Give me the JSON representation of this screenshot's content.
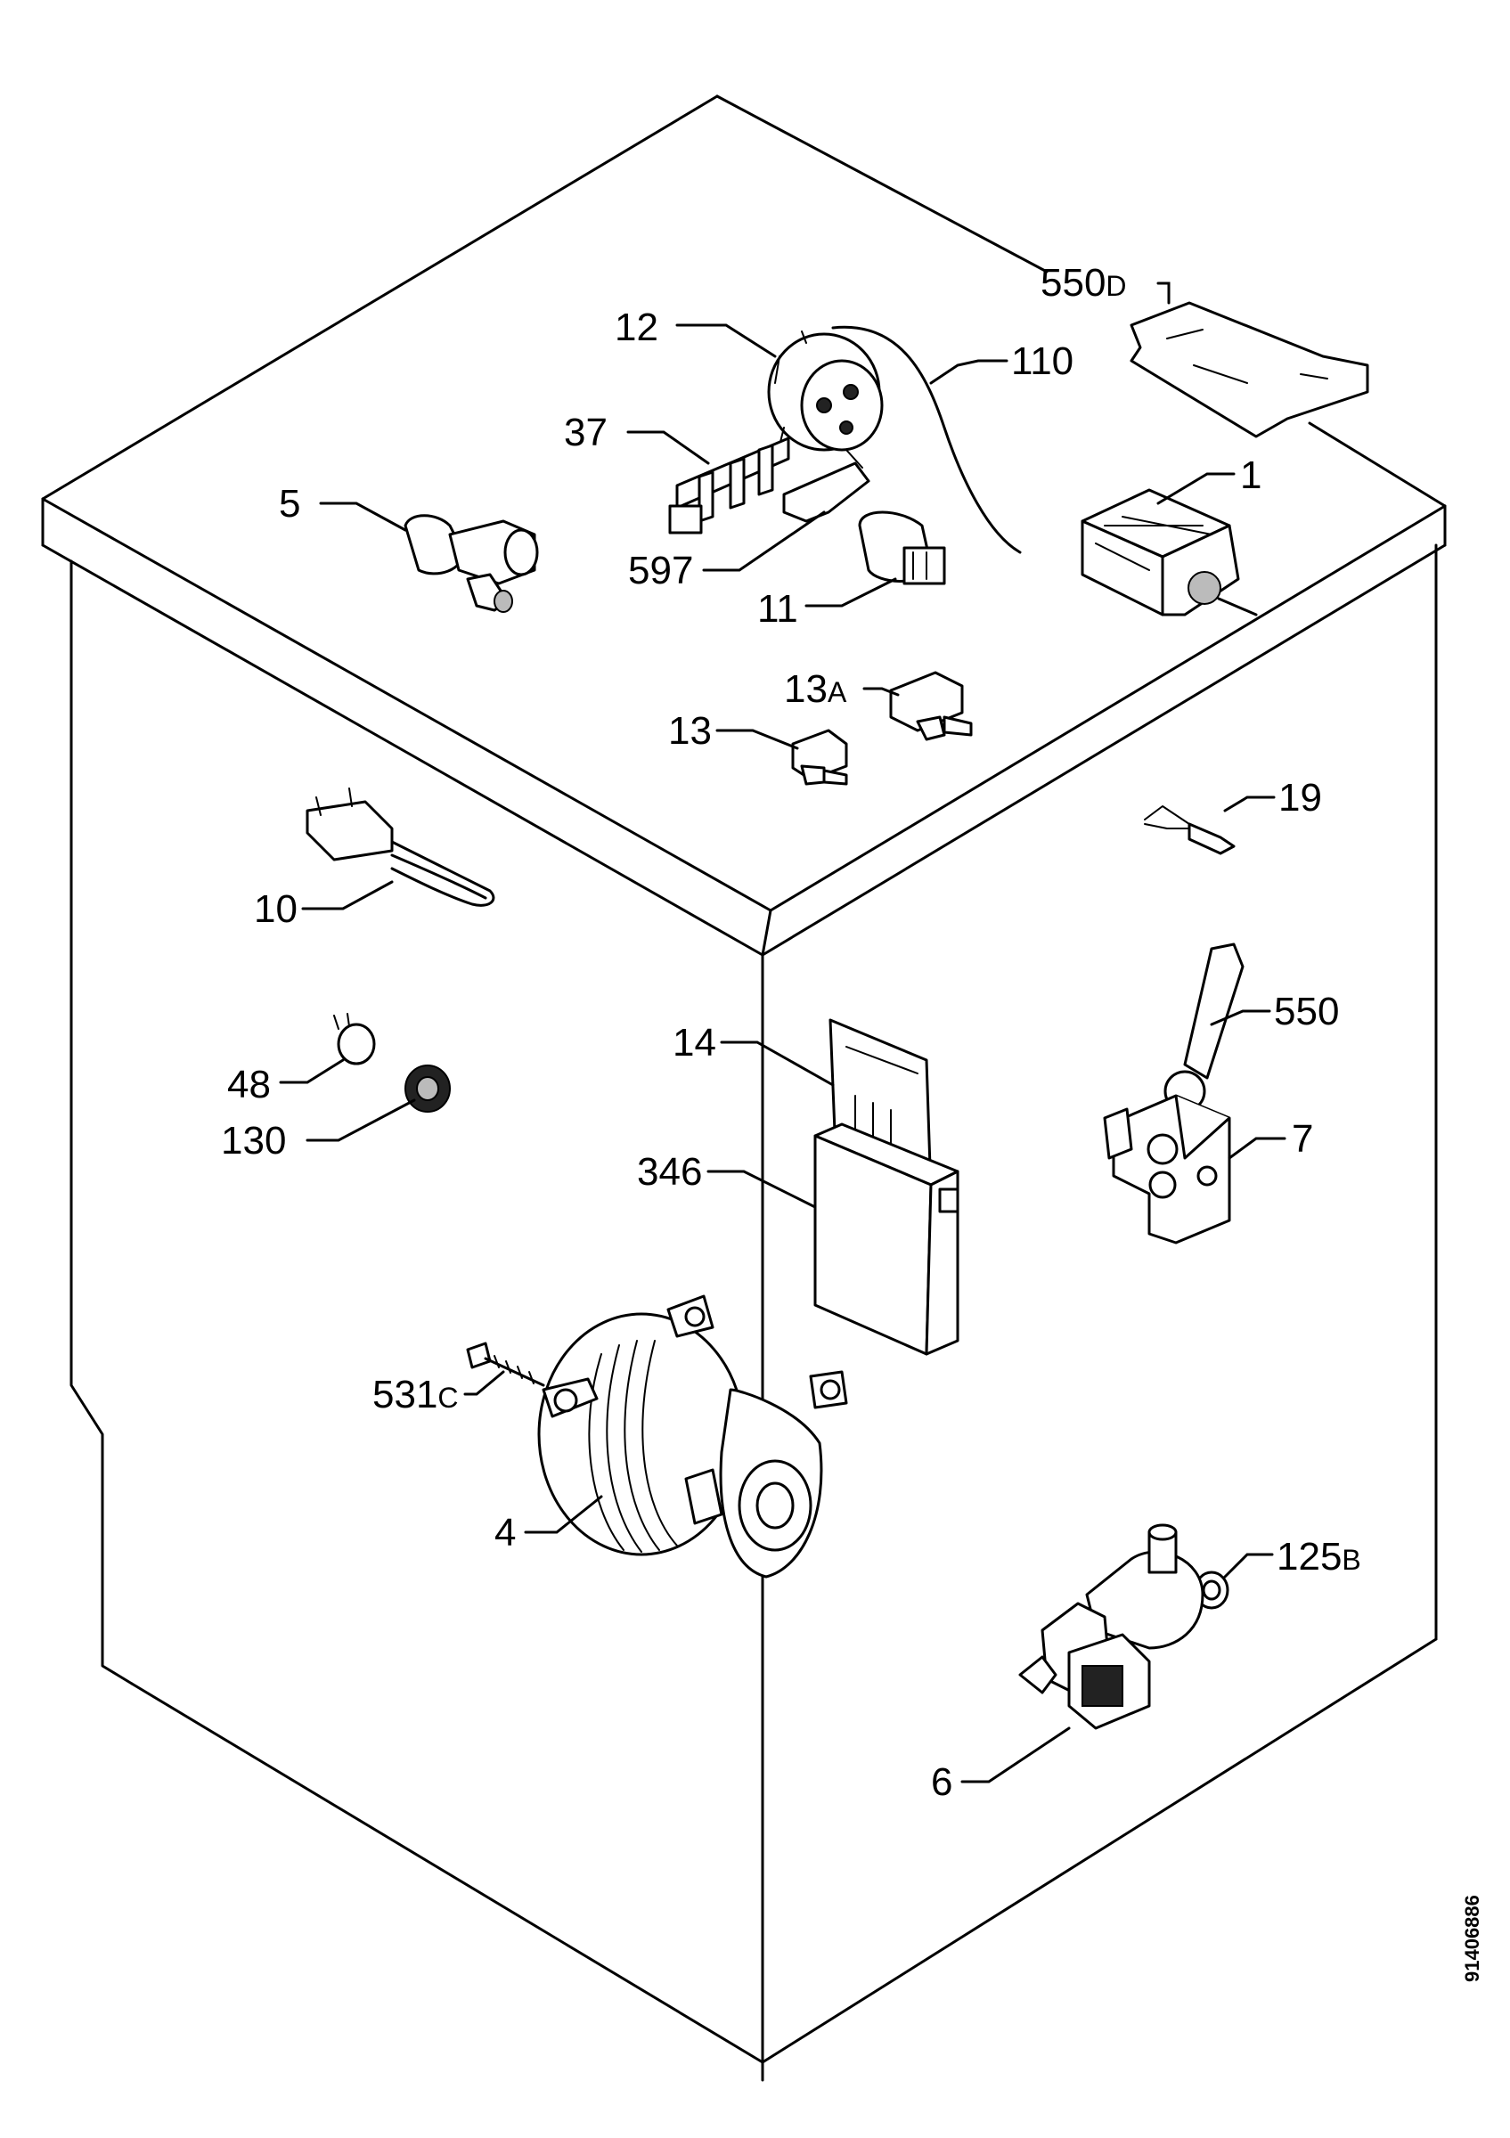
{
  "labels": {
    "l550d": {
      "main": "550",
      "suffix": "D"
    },
    "l12": "12",
    "l110": "110",
    "l37": "37",
    "l5": "5",
    "l1": "1",
    "l597": "597",
    "l11": "11",
    "l13a": {
      "main": "13",
      "suffix": "A"
    },
    "l13": "13",
    "l19": "19",
    "l10": "10",
    "l550": "550",
    "l14": "14",
    "l48": "48",
    "l130": "130",
    "l7": "7",
    "l346": "346",
    "l531c": {
      "main": "531",
      "suffix": "C"
    },
    "l4": "4",
    "l125b": {
      "main": "125",
      "suffix": "B"
    },
    "l6": "6"
  },
  "document_id": "91406886"
}
